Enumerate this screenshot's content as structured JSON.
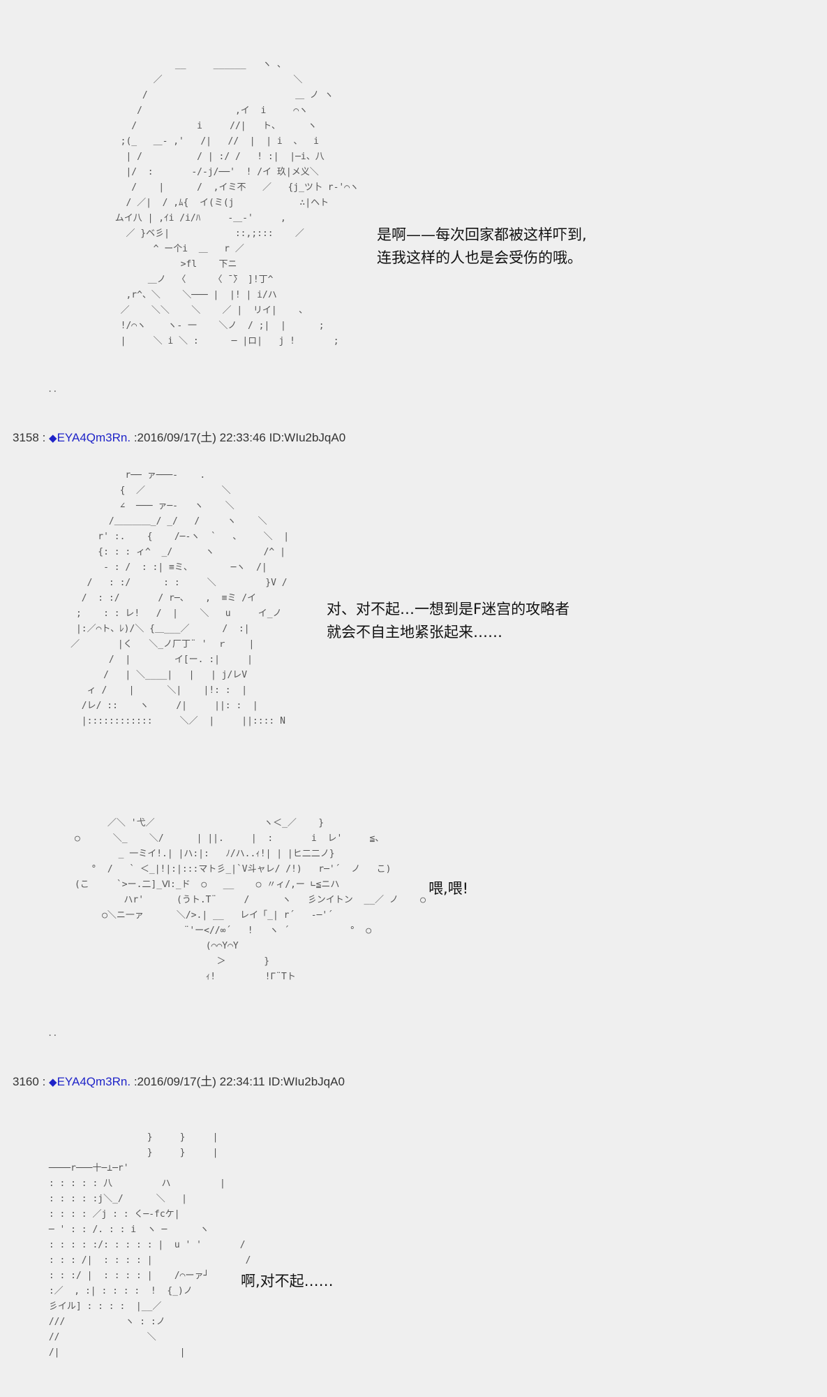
{
  "scenes": [
    {
      "art": "                  __     ______   ヽ 、\n              ／                        ＼\n            /                           ＿ ノ ヽ\n           /                 ,イ  i     ⌒ヽ\n          /           i     //|   ト、     ヽ\n        ;(_   ＿- ,'   /|   //  |  | i  、  i\n         | /          / | :/ /   ! :|  |─i、八\n         |/  :       -/-j/──'  ! /イ 玖|メ义＼\n          /    |      /  ,イミ不   ／   {j_ツ卜 r‐'⌒ヽ\n         / ／|  / ,ﾑ{  イ(ミ(j            ∴|ヘト\n       ムイ八 | ,ｲi /i/ﾊ     ‐＿‐'     ,\n         ／ }ベ彡|            ::,;:::    ／\n              ^ ー个i  ＿   r ／\n                   >fl    下ニ\n             ＿ノ  〈     〈 ̄ ̄〉 ]!丁^\n         ,r^、＼    ＼─── |  |! | i/ハ\n        ／    ＼＼    ＼    ／ |  リイ|    、\n        !/⌒ヽ    ヽ- 一    ＼ノ  / ;|  |      ;\n        |     ＼ i ＼ :      ─ |ロ|   j !       ;",
      "text": "是啊——每次回家都被这样吓到,\n连我这样的人也是会受伤的哦。"
    },
    {
      "art": "               r── ァ───-    .\n              {  ／              ＼\n              ∠  ─── ァ─-   ヽ    ＼\n            /＿＿＿＿_/ _/   /     ヽ    ＼\n          r' :.    {    /─-ヽ  `   、    ＼  |\n          {: : : ィ^  _/      ヽ         /^ |\n           ‐ : /  : :| ≡ミ、       ─ヽ  /|\n        /   : :/      : :     ＼         }V /\n       /  : :/       / r─、   ,  ≡ミ /イ\n      ;    : : レ!   /  |    ＼   u     イ_ノ\n      |:／⌒ト、ﾚ)/＼ {＿___／      /  :|\n     ／       |く   ＼_ノ厂丁¨ '  ｒ    |\n            /  |        イ[ー. :|     |\n           /   | ＼____|   |   | j/レV\n        ィ /    |      ＼|    |!: :  |\n       /レ/ ::    ヽ     /|     ||: :  |\n       |::::::::::::     ＼／  |     ||:::: N",
      "text": "对、对不起…一想到是F迷宫的攻略者\n就会不自主地紧张起来……"
    },
    {
      "art": "            ／＼ '弋／                    ヽ＜_／    }\n      ○      ＼_    ＼/      | ||.     |  :       i  レ'     ≦、\n              _ 一ミイ!.| |ハ:|:   ﾉ/ハ..ｨ!| | |ヒ二二ノ}\n         °  /   ` ＜_|!|:|:::マト彡_|`V斗ャレ/ /!)   r─'´  ノ   こ)\n      (こ     `>ー.二]_Ⅵ:_ド  ○   __    ○ 〃ィ/,ー ∟≦ニハ\n               ハr'      (うト.T¨     /      ヽ   彡ンイトン  __／ ノ    ○\n           ○＼ニ一ァ      ＼/>.| __   レイ「_| r´   -─'´\n                          ¨'ー<//∞´   !   ヽ ´           °  ○\n                              (⌒⌒Y⌒Y\n                                ＞       }\n                              ｨ!         !Γ¨Tト",
      "text": "喂,喂!"
    },
    {
      "art": "                   }     }     |\n                   }     }     |\n ────r───十─⊥─r'\n : : : : : 八         ハ         |\n : : : : :j＼_/      ＼   |\n : : : : ／j : : く─-fcケ|\n ─ ' : : /. : : i  ヽ ─      ヽ\n : : : : :/: : : : : |  u ' '       /\n : : : /|  : : : : |                 /\n : : :/ |  : : : : |    /⌒ーァ┘\n :／  , :| : : : :  !  {_)ノ\n 彡イル] : : : :  |__／\n ///           ヽ : :ノ\n //                ＼\n /|                      |",
      "text": "啊,对不起……"
    }
  ],
  "posts": [
    {
      "number": "3158",
      "sep": ":",
      "diamond": "◆",
      "trip": "EYA4Qm3Rn.",
      "meta": ":2016/09/17(土) 22:33:46 ID:WIu2bJqA0"
    },
    {
      "number": "3160",
      "sep": ":",
      "diamond": "◆",
      "trip": "EYA4Qm3Rn.",
      "meta": ":2016/09/17(土) 22:34:11 ID:WIu2bJqA0"
    }
  ],
  "dots": ".."
}
